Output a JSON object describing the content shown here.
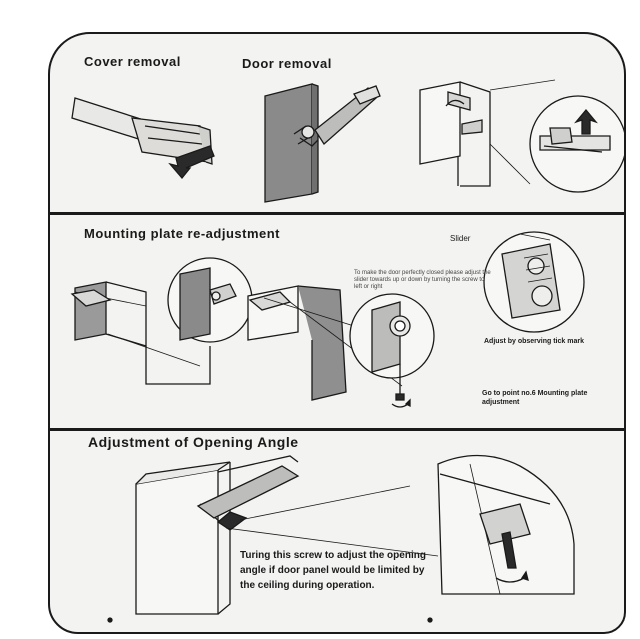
{
  "sections": {
    "cover_removal": {
      "title": "Cover removal"
    },
    "door_removal": {
      "title": "Door removal"
    },
    "mounting": {
      "title": "Mounting plate re-adjustment",
      "instruction": "To make the door perfectly closed please adjust the slider towards up or down by turning the screw to left or right",
      "slider_label": "Slider",
      "tick_mark_note": "Adjust by observing tick mark",
      "goto_line1": "Go to point no.6 Mounting plate",
      "goto_line2": "adjustment"
    },
    "opening_angle": {
      "title": "Adjustment of Opening Angle",
      "note_line1": "Turing this screw to adjust the opening",
      "note_line2": "angle if door panel would be limited by",
      "note_line3": "the ceiling during operation."
    }
  },
  "colors": {
    "ink": "#1a1a1a",
    "paper": "#f3f3f1",
    "panel": "#8a8a8a"
  }
}
